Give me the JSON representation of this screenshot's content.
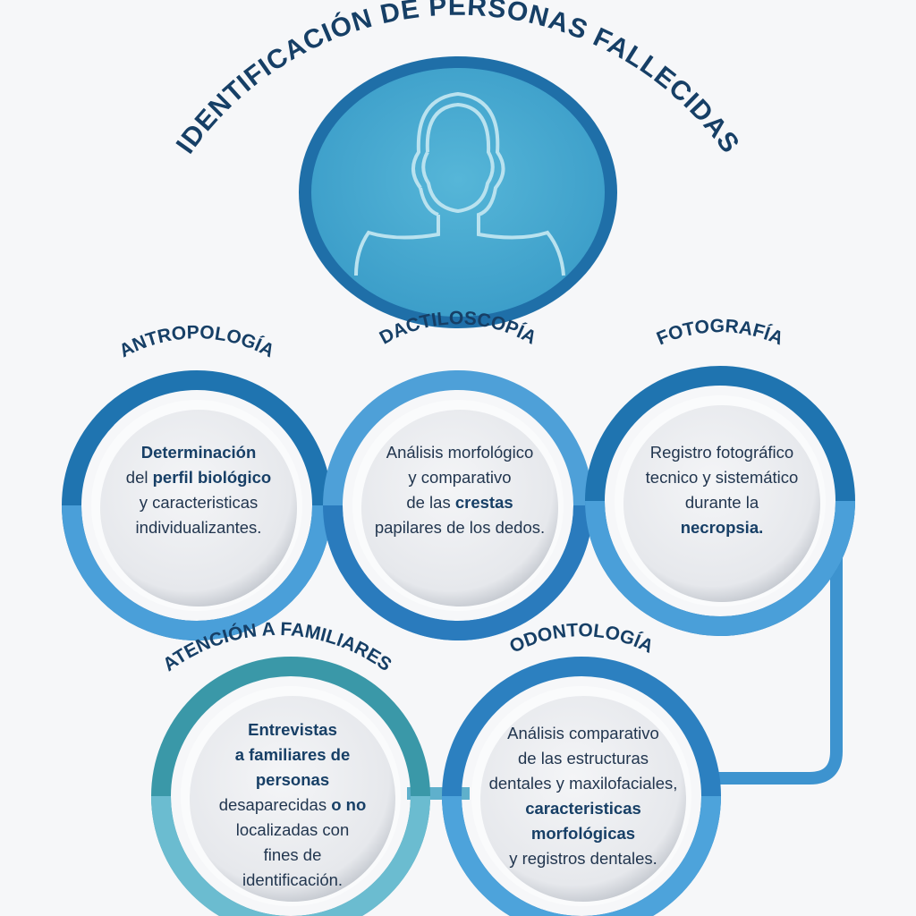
{
  "title": "IDENTIFICACIÓN DE PERSONAS FALLECIDAS",
  "icon": "person-silhouette-icon",
  "colors": {
    "main_circle": "#4aaed0",
    "ring_dark": "#1f78b4",
    "ring_light": "#5aaee0",
    "teal": "#3a98a8",
    "text": "#22364f"
  },
  "nodes": [
    {
      "id": "antropologia",
      "label": "ANTROPOLOGÍA",
      "lines": [
        [
          {
            "t": "Determinación",
            "b": true
          }
        ],
        [
          {
            "t": "del ",
            "b": false
          },
          {
            "t": "perfil biológico",
            "b": true
          }
        ],
        [
          {
            "t": "y caracteristicas",
            "b": false
          }
        ],
        [
          {
            "t": "individualizantes.",
            "b": false
          }
        ]
      ]
    },
    {
      "id": "dactiloscopia",
      "label": "DACTILOSCOPÍA",
      "lines": [
        [
          {
            "t": "Análisis morfológico",
            "b": false
          }
        ],
        [
          {
            "t": "y comparativo",
            "b": false
          }
        ],
        [
          {
            "t": "de las ",
            "b": false
          },
          {
            "t": "crestas",
            "b": true
          }
        ],
        [
          {
            "t": "papilares de los dedos.",
            "b": false
          }
        ]
      ]
    },
    {
      "id": "fotografia",
      "label": "FOTOGRAFÍA",
      "lines": [
        [
          {
            "t": "Registro fotográfico",
            "b": false
          }
        ],
        [
          {
            "t": "tecnico y sistemático",
            "b": false
          }
        ],
        [
          {
            "t": "durante la",
            "b": false
          }
        ],
        [
          {
            "t": "necropsia.",
            "b": true
          }
        ]
      ]
    },
    {
      "id": "atencion",
      "label": "ATENCIÓN A FAMILIARES",
      "lines": [
        [
          {
            "t": "Entrevistas",
            "b": true
          }
        ],
        [
          {
            "t": "a familiares de",
            "b": true
          }
        ],
        [
          {
            "t": "personas",
            "b": true
          }
        ],
        [
          {
            "t": "desaparecidas ",
            "b": false
          },
          {
            "t": "o no",
            "b": true
          }
        ],
        [
          {
            "t": "localizadas con",
            "b": false
          }
        ],
        [
          {
            "t": "fines de",
            "b": false
          }
        ],
        [
          {
            "t": "identificación.",
            "b": false
          }
        ]
      ]
    },
    {
      "id": "odontologia",
      "label": "ODONTOLOGÍA",
      "lines": [
        [
          {
            "t": "Análisis comparativo",
            "b": false
          }
        ],
        [
          {
            "t": "de las estructuras",
            "b": false
          }
        ],
        [
          {
            "t": "dentales y maxilofaciales,",
            "b": false
          }
        ],
        [
          {
            "t": "caracteristicas",
            "b": true
          }
        ],
        [
          {
            "t": "morfológicas",
            "b": true
          }
        ],
        [
          {
            "t": "y registros dentales.",
            "b": false
          }
        ]
      ]
    }
  ]
}
